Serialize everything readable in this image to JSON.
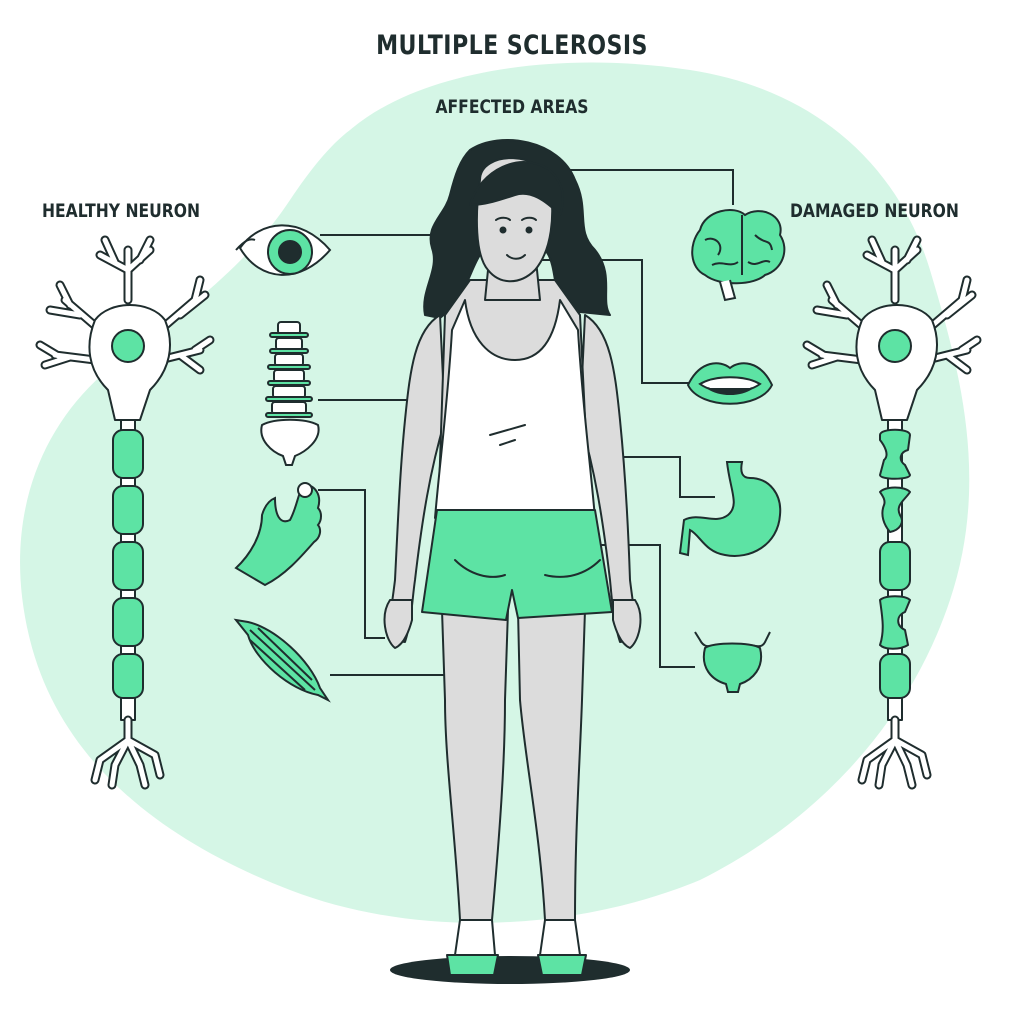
{
  "title": "MULTIPLE SCLEROSIS",
  "subtitle": "AFFECTED AREAS",
  "labels": {
    "healthy_neuron": "HEALTHY NEURON",
    "damaged_neuron": "DAMAGED NEURON"
  },
  "affected_areas": [
    {
      "icon": "eye-icon"
    },
    {
      "icon": "brain-icon"
    },
    {
      "icon": "spine-icon"
    },
    {
      "icon": "mouth-icon"
    },
    {
      "icon": "hand-icon"
    },
    {
      "icon": "stomach-icon"
    },
    {
      "icon": "muscle-icon"
    },
    {
      "icon": "bladder-icon"
    }
  ],
  "colors": {
    "accent": "#5de3a4",
    "background_blob": "#d5f6e6",
    "outline": "#1f2d2e",
    "skin": "#dcdcdc",
    "hair": "#1f2d2e",
    "shirt": "#ffffff"
  }
}
